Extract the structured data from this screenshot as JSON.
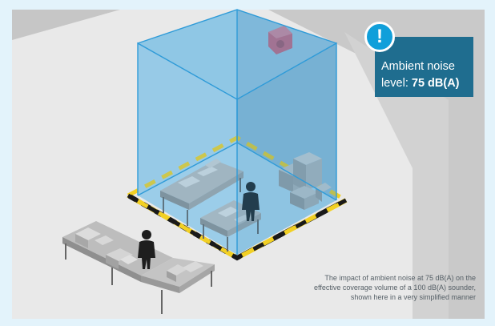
{
  "alert": {
    "icon": "exclamation-icon",
    "line1": "Ambient noise",
    "line2_prefix": "level: ",
    "line2_value": "75 dB(A)"
  },
  "caption": {
    "line1": "The impact of ambient noise at 75 dB(A) on the",
    "line2": "effective coverage volume of a 100 dB(A) sounder,",
    "line3": "shown here in a very simplified manner"
  },
  "colors": {
    "background": "#e3f3fb",
    "floor": "#e4e4e4",
    "wall": "#c9c9c9",
    "coverage_volume": "#4aa8e0",
    "coverage_edge": "#2f9bd8",
    "alert_panel": "#1f6d8f",
    "alert_icon": "#109fda",
    "hazard_yellow": "#f2d024",
    "hazard_black": "#1a1a1a",
    "sounder": "#c8546a"
  }
}
